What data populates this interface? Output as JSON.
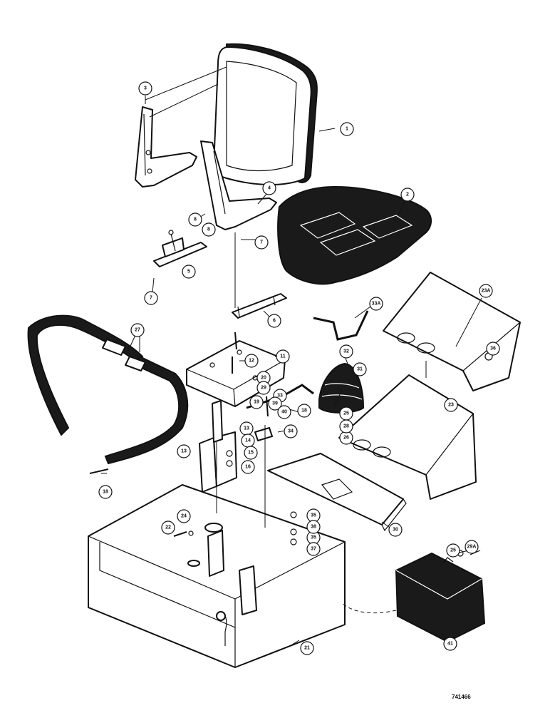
{
  "drawing_number": "741466",
  "callouts": [
    {
      "id": "c-1",
      "label": "1"
    },
    {
      "id": "c-2",
      "label": "2"
    },
    {
      "id": "c-3",
      "label": "3"
    },
    {
      "id": "c-4",
      "label": "4"
    },
    {
      "id": "c-5",
      "label": "5"
    },
    {
      "id": "c-6",
      "label": "6"
    },
    {
      "id": "c-7a",
      "label": "7"
    },
    {
      "id": "c-7b",
      "label": "7"
    },
    {
      "id": "c-8a",
      "label": "8"
    },
    {
      "id": "c-8b",
      "label": "8"
    },
    {
      "id": "c-11",
      "label": "11"
    },
    {
      "id": "c-12",
      "label": "12"
    },
    {
      "id": "c-13a",
      "label": "13"
    },
    {
      "id": "c-13b",
      "label": "13"
    },
    {
      "id": "c-14",
      "label": "14"
    },
    {
      "id": "c-15",
      "label": "15"
    },
    {
      "id": "c-16",
      "label": "16"
    },
    {
      "id": "c-18a",
      "label": "18"
    },
    {
      "id": "c-18b",
      "label": "18"
    },
    {
      "id": "c-19",
      "label": "19"
    },
    {
      "id": "c-20",
      "label": "20"
    },
    {
      "id": "c-21",
      "label": "21"
    },
    {
      "id": "c-22",
      "label": "22"
    },
    {
      "id": "c-23",
      "label": "23"
    },
    {
      "id": "c-24",
      "label": "24"
    },
    {
      "id": "c-25a",
      "label": "25"
    },
    {
      "id": "c-25b",
      "label": "25"
    },
    {
      "id": "c-26",
      "label": "26"
    },
    {
      "id": "c-27",
      "label": "27"
    },
    {
      "id": "c-28",
      "label": "28"
    },
    {
      "id": "c-29",
      "label": "29"
    },
    {
      "id": "c-30",
      "label": "30"
    },
    {
      "id": "c-31",
      "label": "31"
    },
    {
      "id": "c-32",
      "label": "32"
    },
    {
      "id": "c-33",
      "label": "33"
    },
    {
      "id": "c-34",
      "label": "34"
    },
    {
      "id": "c-35a",
      "label": "35"
    },
    {
      "id": "c-35b",
      "label": "35"
    },
    {
      "id": "c-36",
      "label": "36"
    },
    {
      "id": "c-37",
      "label": "37"
    },
    {
      "id": "c-38",
      "label": "38"
    },
    {
      "id": "c-39",
      "label": "39"
    },
    {
      "id": "c-40",
      "label": "40"
    },
    {
      "id": "c-23a",
      "label": "23A"
    },
    {
      "id": "c-29a",
      "label": "29A"
    },
    {
      "id": "c-33a",
      "label": "33A"
    },
    {
      "id": "c-41",
      "label": "41"
    }
  ]
}
